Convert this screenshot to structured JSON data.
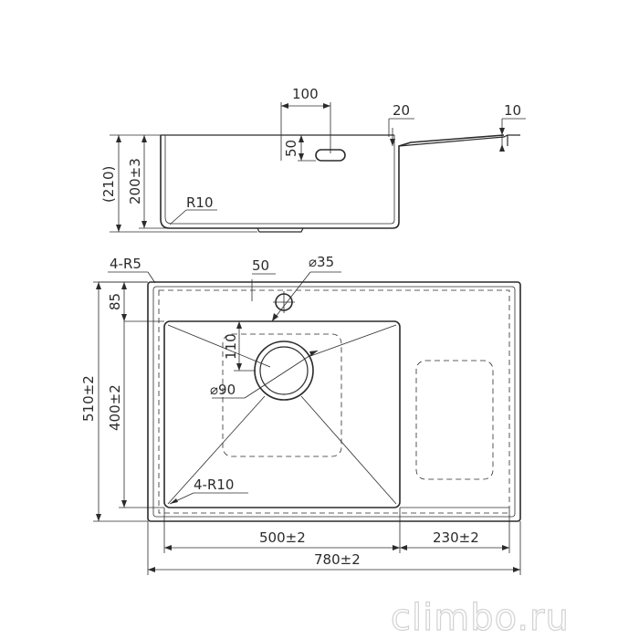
{
  "side_view": {
    "dim_100": "100",
    "dim_20": "20",
    "dim_10": "10",
    "dim_50": "50",
    "dim_210": "(210)",
    "dim_200": "200±3",
    "dim_r10": "R10"
  },
  "top_view": {
    "dim_4r5": "4-R5",
    "dim_50": "50",
    "dim_35": "⌀35",
    "dim_85": "85",
    "dim_110": "110",
    "dim_90": "⌀90",
    "dim_510": "510±2",
    "dim_400": "400±2",
    "dim_4r10": "4-R10",
    "dim_500": "500±2",
    "dim_230": "230±2",
    "dim_780": "780±2"
  },
  "watermark": "climbo.ru"
}
